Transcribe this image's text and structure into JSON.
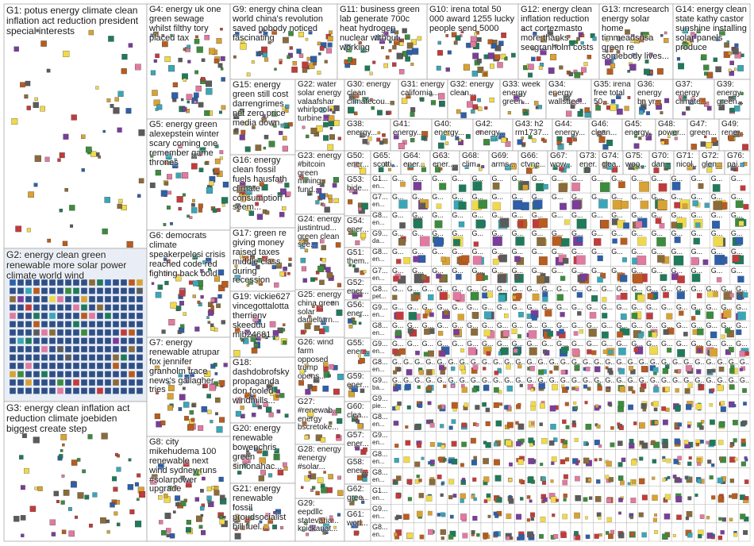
{
  "title": "",
  "colors": {
    "grid_line": "#a8a8a8",
    "edge": "#9a9a9a",
    "red_edge": "#d94848",
    "g2_fill": "#2f4f86",
    "node_palette": [
      "#2e5fa8",
      "#c23b3b",
      "#3d8b3d",
      "#d8a234",
      "#7a3d9a",
      "#e07aa0",
      "#3aa6b8",
      "#8a6b3a",
      "#5b5b5b",
      "#f0d94a",
      "#1f7a5a",
      "#b85c1f"
    ]
  },
  "groups": [
    {
      "id": "G1",
      "label": "G1: potus energy climate clean inflation act reduction president special interests"
    },
    {
      "id": "G2",
      "label": "G2: energy clean green renewable more solar power climate world wind"
    },
    {
      "id": "G3",
      "label": "G3: energy clean inflation act reduction climate joebiden biggest create step"
    },
    {
      "id": "G4",
      "label": "G4: energy uk one green sewage whilst filthy tory placed tax"
    },
    {
      "id": "G5",
      "label": "G5: energy green alexepstein winter scary coming one remember game thrones"
    },
    {
      "id": "G6",
      "label": "G6: democrats climate speakerpelosi crisis reached code red fighting back bold"
    },
    {
      "id": "G7",
      "label": "G7: energy renewable atrupar fox jennifer granholm trace news's gallagher tries"
    },
    {
      "id": "G8",
      "label": "G8: city mikehudema 100 renewable next wind sydney runs #solarpower upgrade"
    },
    {
      "id": "G9",
      "label": "G9: energy china clean world china's revolution saved nobody noticed fascinating"
    },
    {
      "id": "G10",
      "label": "G10: irena total 50 000 award 1255 lucky people send 5000"
    },
    {
      "id": "G11",
      "label": "G11: business green lab generate 700c heat hydrogen nuclear without working"
    },
    {
      "id": "G12",
      "label": "G12: energy clean inflation reduction act cortezmasto more thanks secgranholm costs"
    },
    {
      "id": "G13",
      "label": "G13: rncresearch energy solar home timmeadsusa green re somebody lives..."
    },
    {
      "id": "G14",
      "label": "G14: energy clean state kathy castor sunshine installing solar panels produce"
    },
    {
      "id": "G15",
      "label": "G15: energy green still cost darrengrimes net zero price media down..."
    },
    {
      "id": "G16",
      "label": "G16: energy clean fossil fuels hausfath climate consumption seem..."
    },
    {
      "id": "G17",
      "label": "G17: green re giving money raised taxes middle class during recession"
    },
    {
      "id": "G18",
      "label": "G18: dashdobrofsky propaganda don fooled windmills..."
    },
    {
      "id": "G19",
      "label": "G19: vickie627 vincegottalotta therrienv skeeduu mjb24681..."
    },
    {
      "id": "G20",
      "label": "G20: energy renewable bowenchris green simonahac..."
    },
    {
      "id": "G21",
      "label": "G21: energy renewable fossil proudsocialist bill fuel..."
    },
    {
      "id": "G22",
      "label": "G22: water solar energy valaafshar whirlpool turbine..."
    },
    {
      "id": "G23",
      "label": "G23: energy #bitcoin green mining fund..."
    },
    {
      "id": "G24",
      "label": "G24: energy justintrud... green clean see..."
    },
    {
      "id": "G25",
      "label": "G25: energy china green solar danielturn..."
    },
    {
      "id": "G26",
      "label": "G26: wind farm opposed trump opens..."
    },
    {
      "id": "G27",
      "label": "G27: #renewab... energy bscretoke..."
    },
    {
      "id": "G28",
      "label": "G28: energy #energy #solar..."
    },
    {
      "id": "G29",
      "label": "G29: eepdllc statevaria... knickanat..."
    },
    {
      "id": "G30",
      "label": "G30: energy clean climatecou..."
    },
    {
      "id": "G31",
      "label": "G31: energy california..."
    },
    {
      "id": "G32",
      "label": "G32: energy clean..."
    },
    {
      "id": "G33",
      "label": "G33: week energy green..."
    },
    {
      "id": "G34",
      "label": "G34: energy wallstree..."
    },
    {
      "id": "G35",
      "label": "G35: irena free total 50..."
    },
    {
      "id": "G36",
      "label": "G36: energy bn yr..."
    },
    {
      "id": "G37",
      "label": "G37: energy climate..."
    },
    {
      "id": "G39",
      "label": "G39: energy green..."
    },
    {
      "id": "G38",
      "label": "G38: energy..."
    },
    {
      "id": "G41",
      "label": "G41: energy..."
    },
    {
      "id": "G40",
      "label": "G40: energy..."
    },
    {
      "id": "G42",
      "label": "G42: energy..."
    },
    {
      "id": "G43",
      "label": "G43: h2 rm1737..."
    },
    {
      "id": "G44",
      "label": "G44: energy..."
    },
    {
      "id": "G46",
      "label": "G46: clean..."
    },
    {
      "id": "G45",
      "label": "G45: energy..."
    },
    {
      "id": "G48",
      "label": "G48: power..."
    },
    {
      "id": "G47",
      "label": "G47: green..."
    },
    {
      "id": "G49",
      "label": "G49: rene..."
    },
    {
      "id": "G50",
      "label": "G50: ener..."
    },
    {
      "id": "G65",
      "label": "G65: scotti..."
    },
    {
      "id": "G64",
      "label": "G64: ener..."
    },
    {
      "id": "G63",
      "label": "G63: ener..."
    },
    {
      "id": "G68",
      "label": "G68: clim..."
    },
    {
      "id": "G69",
      "label": "G69: arms..."
    },
    {
      "id": "G66",
      "label": "G66: ctvne..."
    },
    {
      "id": "G67",
      "label": "G67: wow..."
    },
    {
      "id": "G73",
      "label": "G73: ener..."
    },
    {
      "id": "G74",
      "label": "G74: clea..."
    },
    {
      "id": "G75",
      "label": "G75: woo..."
    },
    {
      "id": "G70",
      "label": "G70: dan..."
    },
    {
      "id": "G71",
      "label": "G71: nicol..."
    },
    {
      "id": "G72",
      "label": "G72: glen..."
    },
    {
      "id": "G76",
      "label": "G76: pai..."
    },
    {
      "id": "G53",
      "label": "G53: bide..."
    },
    {
      "id": "G54",
      "label": "G54: ener..."
    },
    {
      "id": "G51",
      "label": "G51: them..."
    },
    {
      "id": "G52",
      "label": "G52: ener..."
    },
    {
      "id": "G56",
      "label": "G56: ener..."
    },
    {
      "id": "G55",
      "label": "G55: ener..."
    },
    {
      "id": "G59",
      "label": "G59: ener..."
    },
    {
      "id": "G60",
      "label": "G60: clea..."
    },
    {
      "id": "G57",
      "label": "G57: ener..."
    },
    {
      "id": "G58",
      "label": "G58: ener..."
    },
    {
      "id": "G62",
      "label": "G62: gree..."
    },
    {
      "id": "G61",
      "label": "G61: worl..."
    }
  ],
  "small_cells": {
    "row_labels_a": [
      "G1...",
      "G7...",
      "G8...",
      "G9...",
      "G8...",
      "G7...",
      "G8...",
      "G9...",
      "G8...",
      "G9...",
      "G8...",
      "G9...",
      "G9...",
      "G8...",
      "G9...",
      "G8...",
      "G8...",
      "G1...",
      "G9...",
      "G8..."
    ],
    "row_labels_b": [
      "en...",
      "en...",
      "en...",
      "da...",
      "en...",
      "en...",
      "pet...",
      "en...",
      "en...",
      "en...",
      "en...",
      "ba...",
      "pie...",
      "en...",
      "en...",
      "en...",
      "en...",
      "en...",
      "en...",
      "en..."
    ],
    "grid_label": "G..."
  }
}
